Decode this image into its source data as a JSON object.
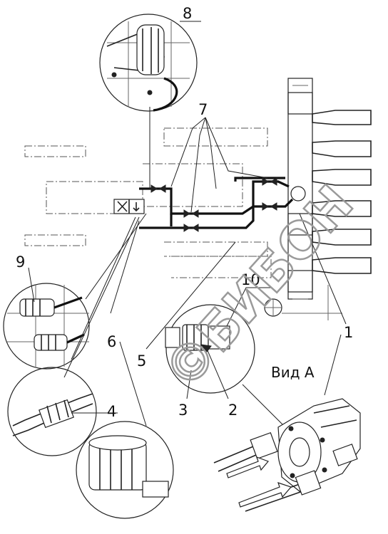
{
  "callouts": {
    "c1": "1",
    "c2": "2",
    "c3": "3",
    "c4": "4",
    "c5": "5",
    "c6": "6",
    "c7": "7",
    "c8": "8",
    "c9": "9",
    "c10": "10"
  },
  "view_label": "Вид А",
  "watermark": "©БИБОН",
  "arrows": {
    "upper": "",
    "lower": ""
  }
}
